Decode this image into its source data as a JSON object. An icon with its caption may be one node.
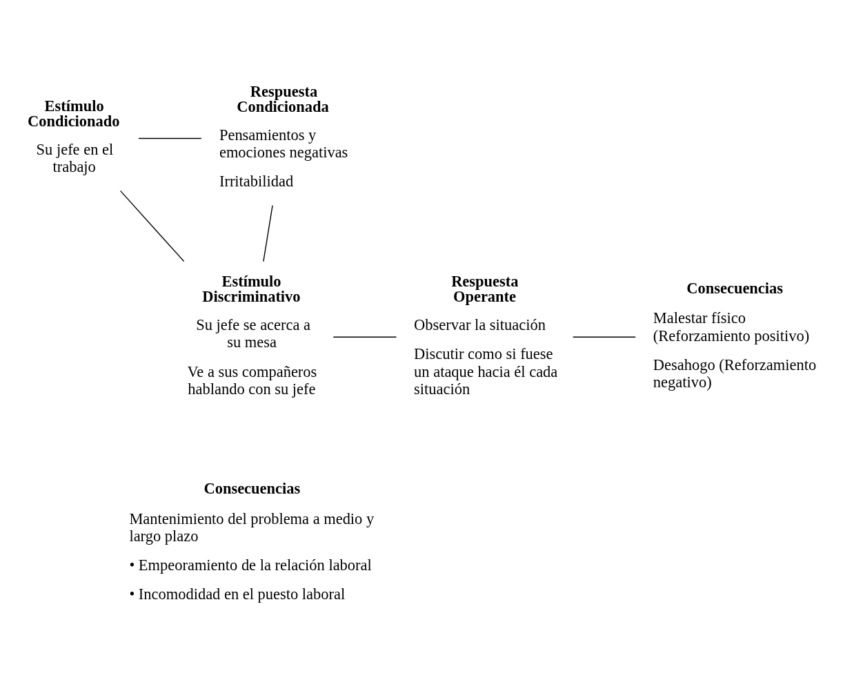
{
  "diagram": {
    "nodes": [
      {
        "text": [
          "Estímulo Condicionado",
          "Su jefe en el trabajo"
        ]
      },
      {
        "text": [
          "Respuesta Condicionada",
          "Pensamientos y emociones negativas",
          "Irritabilidad"
        ]
      },
      {
        "text": [
          "Estímulo Discriminativo",
          "Su jefe se acerca a su mesa",
          "Ve a sus compañeros hablando con su jefe"
        ]
      },
      {
        "text": [
          "Respuesta Operante",
          "Observar la situación",
          "Discutir como si fuese un ataque hacia él cada situación"
        ]
      },
      {
        "text": [
          "Consecuencias",
          "Malestar físico (Reforzamiento positivo)",
          "Desahogo (Reforzamiento negativo)"
        ]
      },
      {
        "text": [
          "Consecuencias",
          "Mantenimiento del problema a medio y largo plazo",
          "• Empeoramiento de la relación laboral",
          "• Incomodidad en el puesto laboral"
        ]
      }
    ],
    "edges": [
      {
        "from": 0,
        "to": 1,
        "arrow": "none"
      },
      {
        "from": 0,
        "to": 2,
        "arrow": "none"
      },
      {
        "from": 2,
        "to": 1,
        "arrow": "none"
      },
      {
        "from": 2,
        "to": 3,
        "arrow": "none"
      },
      {
        "from": 3,
        "to": 4,
        "arrow": "none"
      }
    ]
  }
}
